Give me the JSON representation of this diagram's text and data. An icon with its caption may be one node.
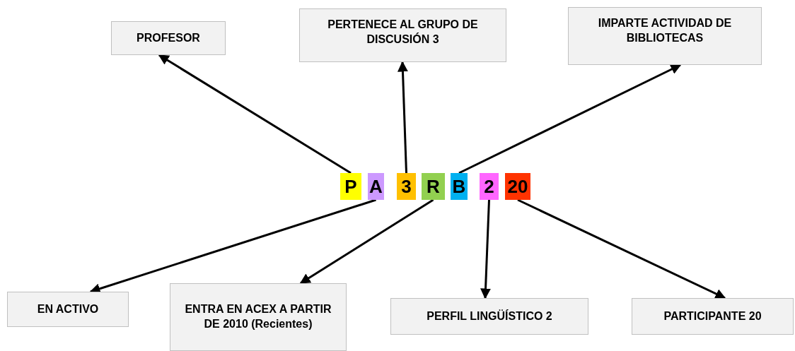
{
  "diagram": {
    "nodes": [
      {
        "text": [
          "PROFESOR"
        ]
      },
      {
        "text": [
          "PERTENECE AL GRUPO DE DISCUSIÓN 3"
        ]
      },
      {
        "text": [
          "IMPARTE ACTIVIDAD DE BIBLIOTECAS"
        ]
      },
      {
        "text": [
          "P"
        ]
      },
      {
        "text": [
          "A"
        ]
      },
      {
        "text": [
          "3"
        ]
      },
      {
        "text": [
          "R"
        ]
      },
      {
        "text": [
          "B"
        ]
      },
      {
        "text": [
          "2"
        ]
      },
      {
        "text": [
          "20"
        ]
      },
      {
        "text": [
          "EN ACTIVO"
        ]
      },
      {
        "text": [
          "ENTRA EN ACEX A PARTIR DE 2010 (Recientes)"
        ]
      },
      {
        "text": [
          "PERFIL LINGÜÍSTICO 2"
        ]
      },
      {
        "text": [
          "PARTICIPANTE  20"
        ]
      }
    ],
    "edges": [
      {
        "from": 3,
        "to": 0,
        "arrow": "to"
      },
      {
        "from": 5,
        "to": 1,
        "arrow": "to"
      },
      {
        "from": 7,
        "to": 2,
        "arrow": "to"
      },
      {
        "from": 4,
        "to": 10,
        "arrow": "to"
      },
      {
        "from": 6,
        "to": 11,
        "arrow": "to"
      },
      {
        "from": 8,
        "to": 12,
        "arrow": "to"
      },
      {
        "from": 9,
        "to": 13,
        "arrow": "to"
      }
    ]
  }
}
